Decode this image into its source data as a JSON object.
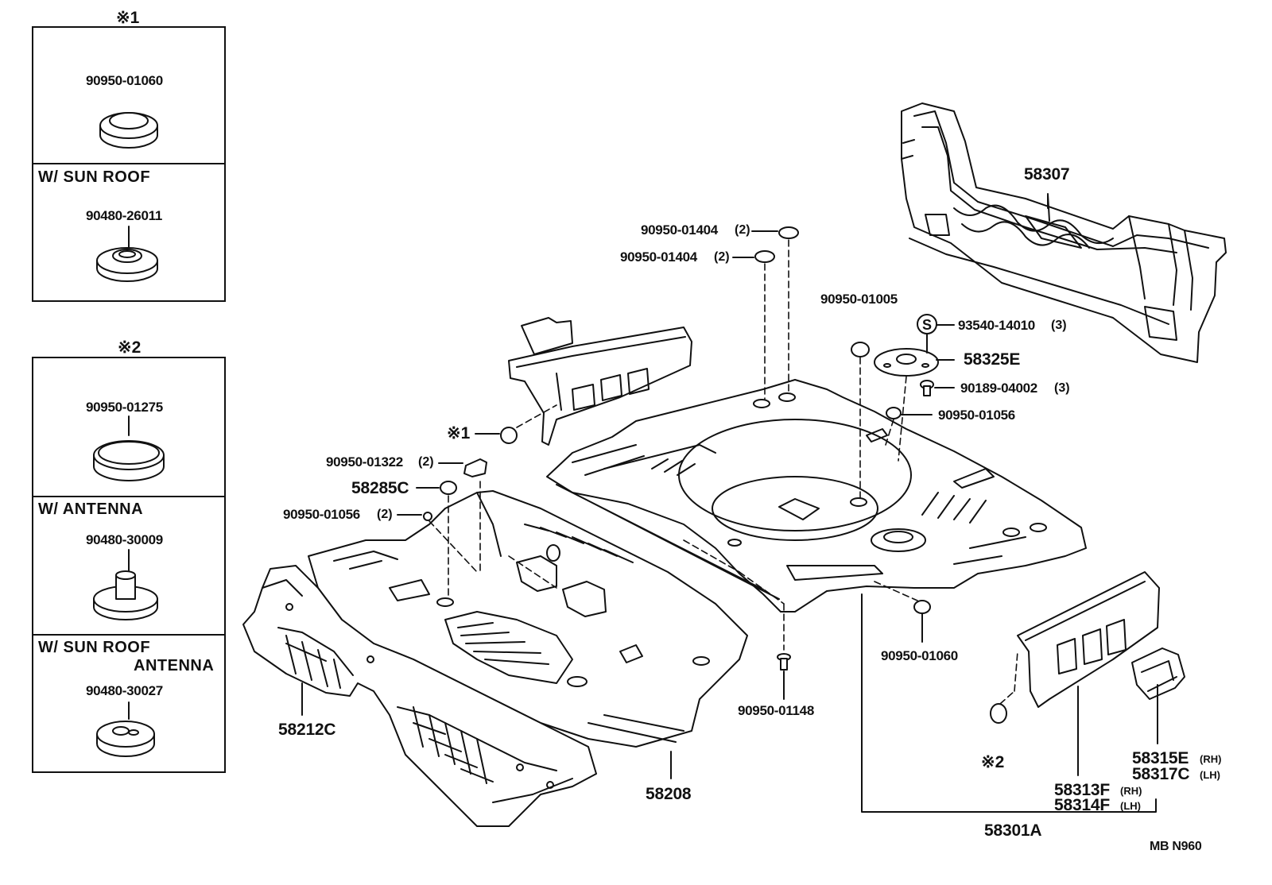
{
  "sidebox1": {
    "mark": "※1",
    "part_a": "90950-01060",
    "section_title": "W/ SUN  ROOF",
    "part_b": "90480-26011"
  },
  "sidebox2": {
    "mark": "※2",
    "part_a": "90950-01275",
    "section_antenna": "W/ ANTENNA",
    "part_b": "90480-30009",
    "section_sunroof_line1": "W/ SUN  ROOF",
    "section_sunroof_line2": "ANTENNA",
    "part_c": "90480-30027"
  },
  "labels": {
    "p58307": "58307",
    "p90950_01404_a": "90950-01404",
    "p90950_01404_a_qty": "(2)",
    "p90950_01404_b": "90950-01404",
    "p90950_01404_b_qty": "(2)",
    "p90950_01005": "90950-01005",
    "s_symbol": "S",
    "p93540_14010": "93540-14010",
    "p93540_14010_qty": "(3)",
    "p58325E": "58325E",
    "p90189_04002": "90189-04002",
    "p90189_04002_qty": "(3)",
    "p90950_01056_a": "90950-01056",
    "mark1": "※1",
    "p90950_01322": "90950-01322",
    "p90950_01322_qty": "(2)",
    "p58285C": "58285C",
    "p90950_01056_b": "90950-01056",
    "p90950_01056_b_qty": "(2)",
    "p90950_01060": "90950-01060",
    "p90950_01148": "90950-01148",
    "p58212C": "58212C",
    "p58208": "58208",
    "mark2": "※2",
    "p58315E": "58315E",
    "p58315E_side": "(RH)",
    "p58317C": "58317C",
    "p58317C_side": "(LH)",
    "p58313F": "58313F",
    "p58313F_side": "(RH)",
    "p58314F": "58314F",
    "p58314F_side": "(LH)",
    "p58301A": "58301A",
    "footer_code": "MB  N960"
  },
  "colors": {
    "ink": "#111111",
    "paper": "#ffffff"
  }
}
